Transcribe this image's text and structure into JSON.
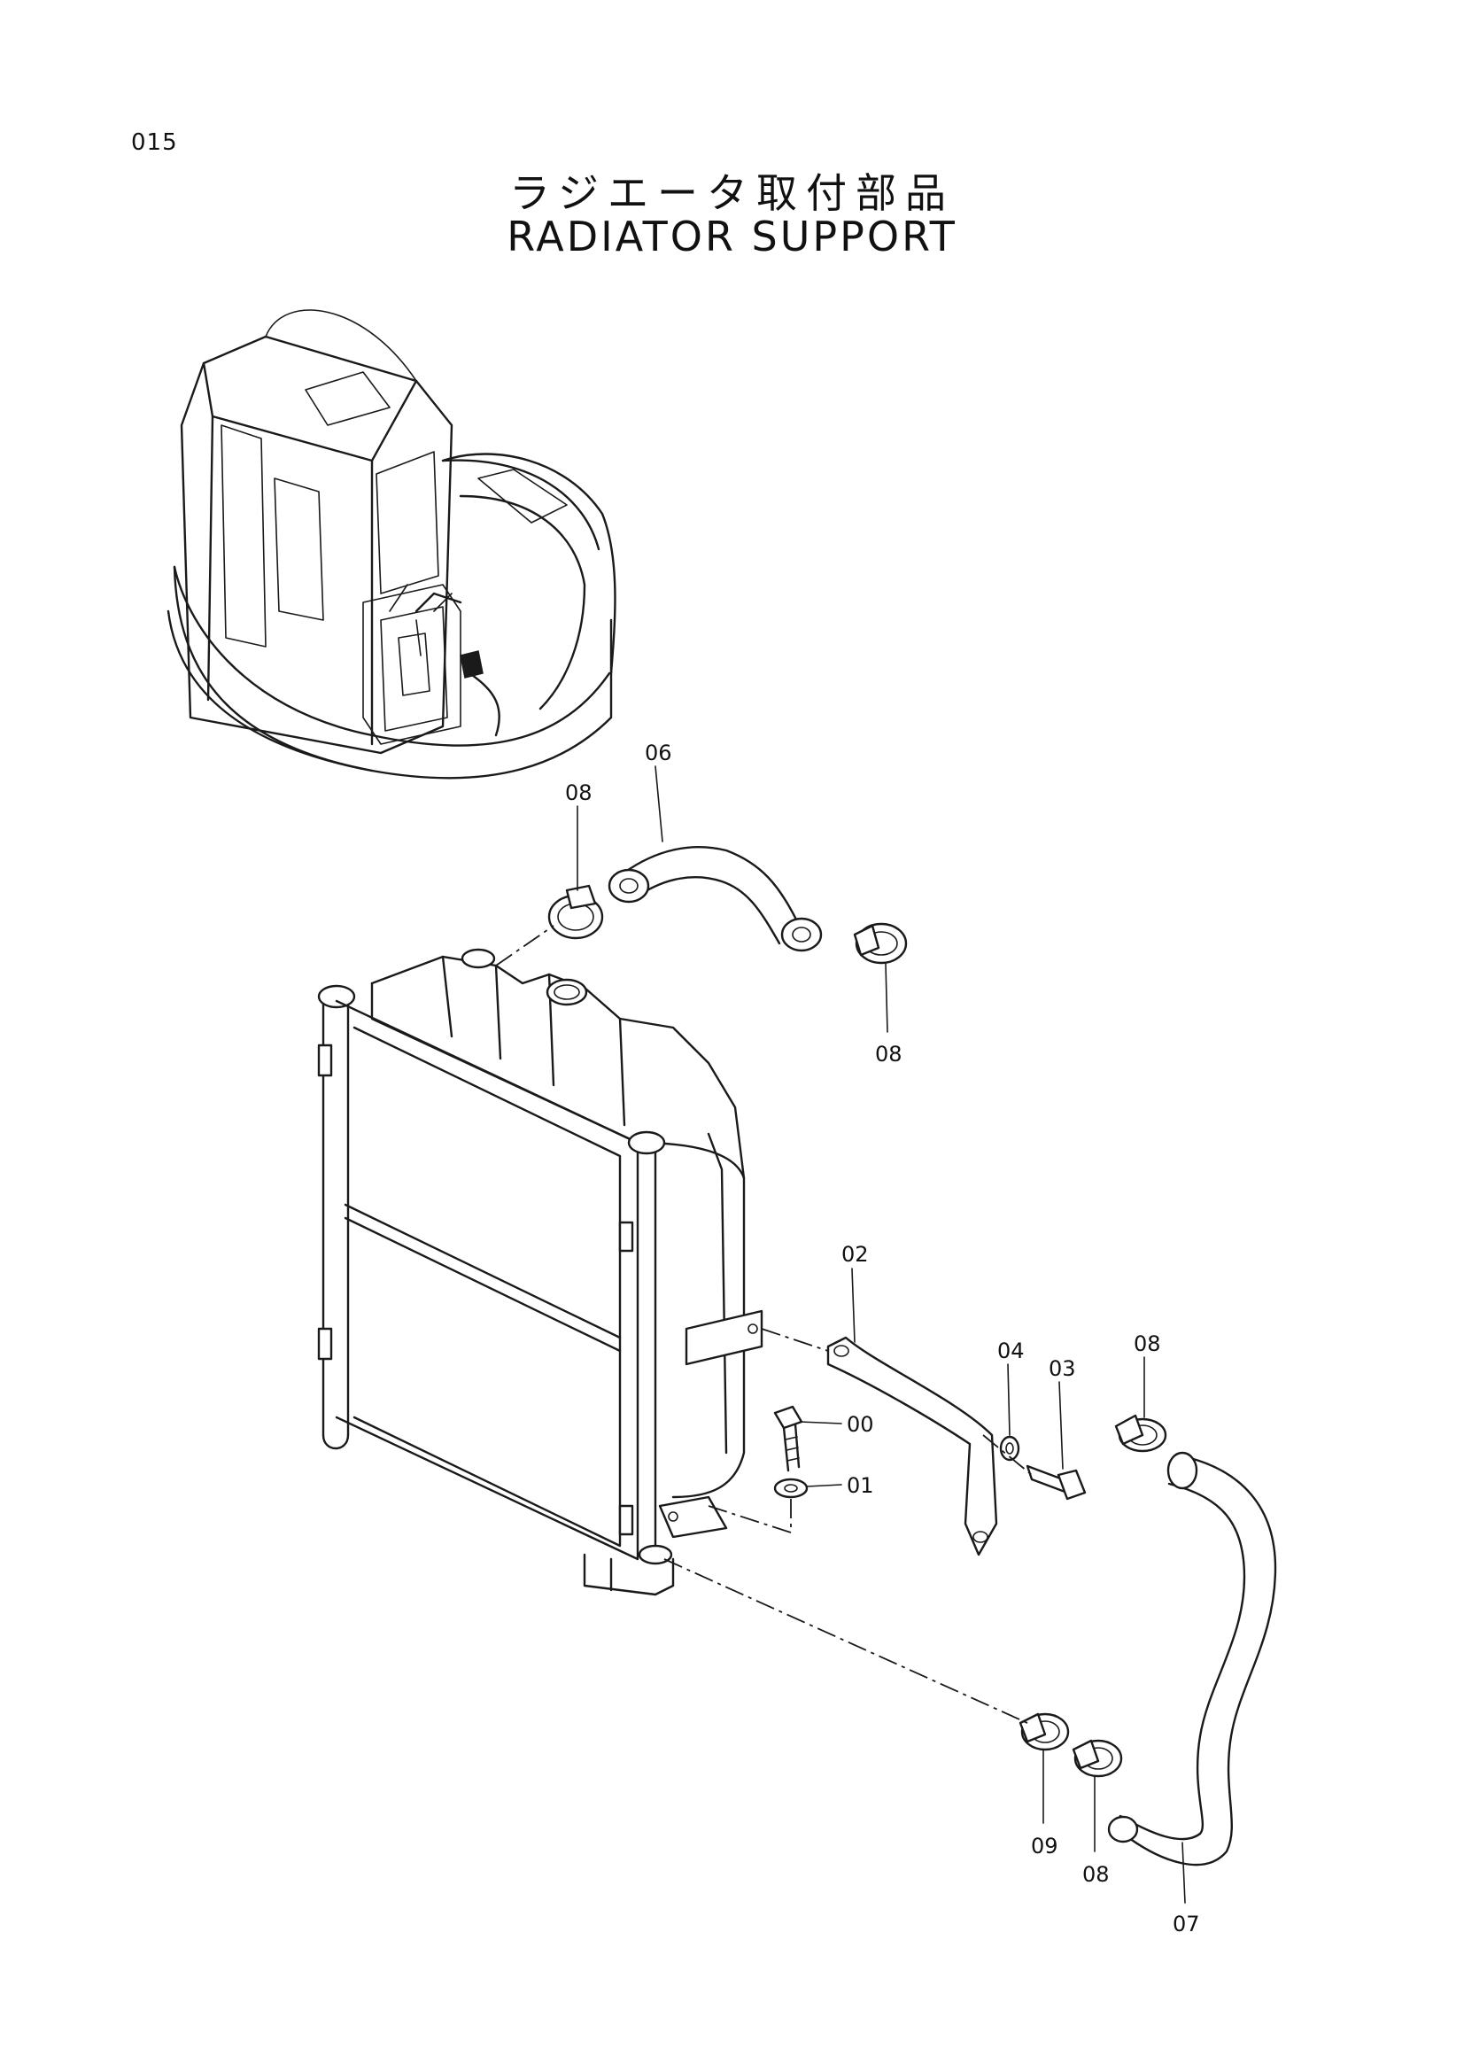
{
  "page_number": "015",
  "title_jp": "ラジエータ取付部品",
  "title_en": "RADIATOR SUPPORT",
  "callouts": {
    "c00": "00",
    "c01": "01",
    "c02": "02",
    "c03": "03",
    "c04": "04",
    "c06": "06",
    "c07": "07",
    "c08_top_left": "08",
    "c08_top_right": "08",
    "c08_right": "08",
    "c08_bottom": "08",
    "c09": "09"
  }
}
